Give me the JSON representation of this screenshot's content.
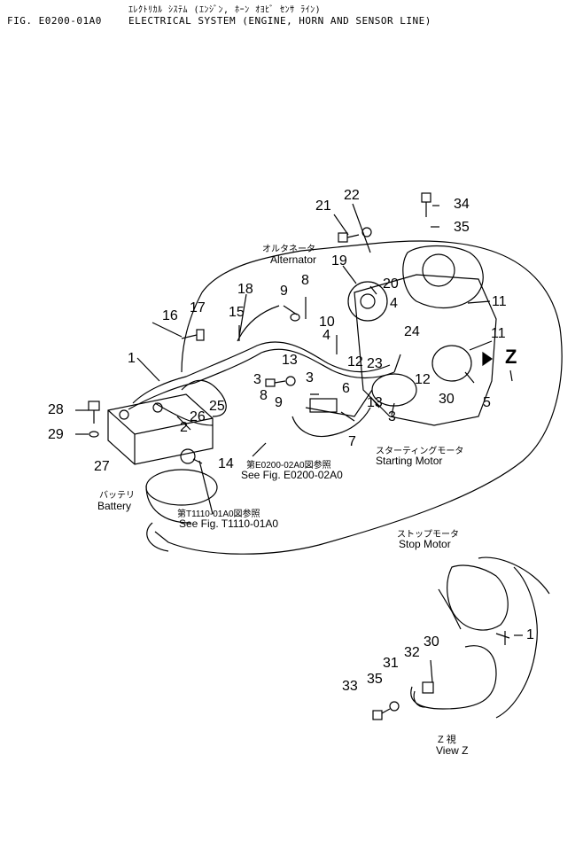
{
  "header": {
    "title_jp": "ｴﾚｸﾄﾘｶﾙ ｼｽﾃﾑ (ｴﾝｼﾞﾝ, ﾎｰﾝ ｵﾖﾋﾞ ｾﾝｻ ﾗｲﾝ)",
    "fig_code": "FIG. E0200-01A0",
    "title_en": "ELECTRICAL SYSTEM (ENGINE, HORN AND SENSOR LINE)"
  },
  "labels": {
    "alternator_jp": "オルタネータ",
    "alternator_en": "Alternator",
    "starting_jp": "スターティングモータ",
    "starting_en": "Starting Motor",
    "ref1_jp": "第E0200-02A0図参照",
    "ref1_en": "See Fig. E0200-02A0",
    "battery_jp": "バッテリ",
    "battery_en": "Battery",
    "ref2_jp": "第T1110-01A0図参照",
    "ref2_en": "See Fig. T1110-01A0",
    "stop_jp": "ストップモータ",
    "stop_en": "Stop Motor",
    "viewz_jp": "Z  視",
    "viewz_en": "View Z",
    "z_arrow": "Z"
  },
  "callouts": [
    "22",
    "21",
    "34",
    "35",
    "19",
    "20",
    "4",
    "11",
    "18",
    "9",
    "8",
    "10",
    "17",
    "16",
    "15",
    "1",
    "13",
    "4",
    "12",
    "23",
    "24",
    "11",
    "3",
    "2",
    "8",
    "9",
    "13",
    "6",
    "3",
    "12",
    "30",
    "5",
    "28",
    "25",
    "26",
    "2",
    "29",
    "27",
    "13",
    "7",
    "3",
    "14",
    "1",
    "30",
    "32",
    "31",
    "33",
    "35"
  ]
}
